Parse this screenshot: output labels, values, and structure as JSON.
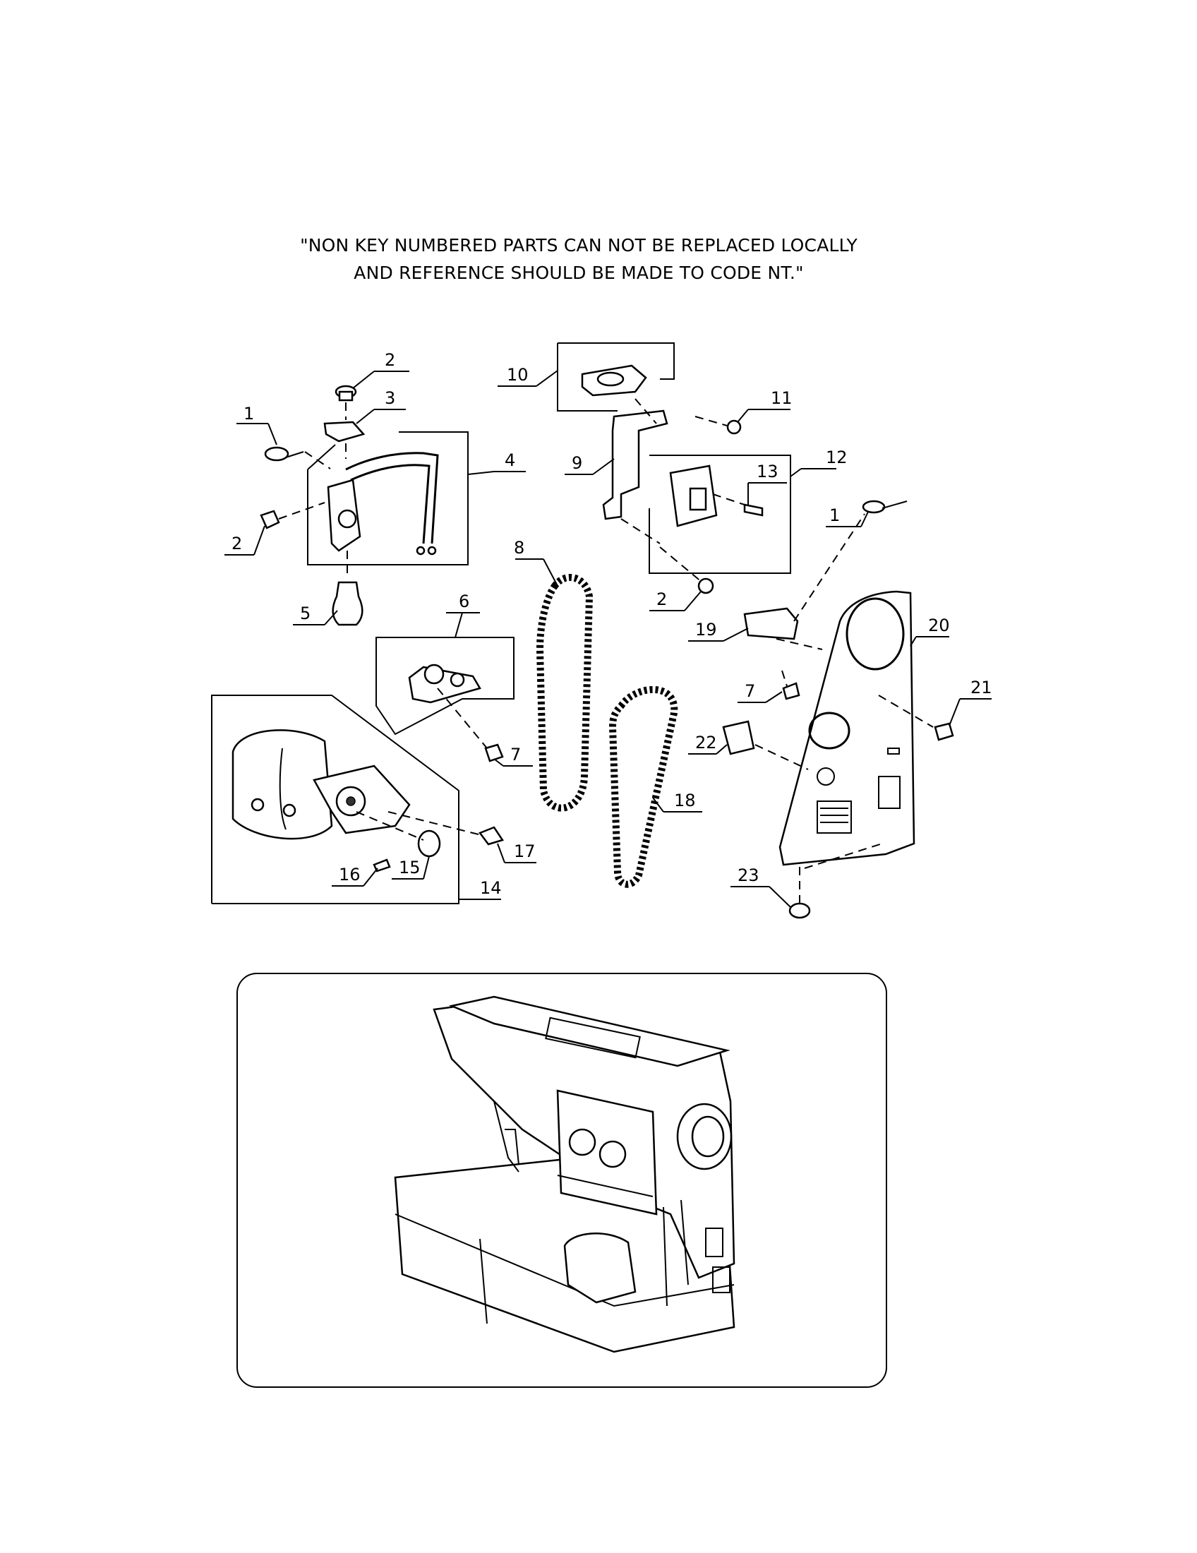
{
  "note": {
    "line1": "\"NON KEY NUMBERED PARTS CAN NOT BE REPLACED LOCALLY",
    "line2": "AND REFERENCE SHOULD BE MADE TO CODE NT.\""
  },
  "callouts": [
    {
      "id": "c1a",
      "text": "1"
    },
    {
      "id": "c2a",
      "text": "2"
    },
    {
      "id": "c3",
      "text": "3"
    },
    {
      "id": "c4",
      "text": "4"
    },
    {
      "id": "c2b",
      "text": "2"
    },
    {
      "id": "c5",
      "text": "5"
    },
    {
      "id": "c6",
      "text": "6"
    },
    {
      "id": "c7a",
      "text": "7"
    },
    {
      "id": "c8",
      "text": "8"
    },
    {
      "id": "c9",
      "text": "9"
    },
    {
      "id": "c10",
      "text": "10"
    },
    {
      "id": "c11",
      "text": "11"
    },
    {
      "id": "c12",
      "text": "12"
    },
    {
      "id": "c13",
      "text": "13"
    },
    {
      "id": "c2c",
      "text": "2"
    },
    {
      "id": "c1b",
      "text": "1"
    },
    {
      "id": "c19",
      "text": "19"
    },
    {
      "id": "c20",
      "text": "20"
    },
    {
      "id": "c7b",
      "text": "7"
    },
    {
      "id": "c21",
      "text": "21"
    },
    {
      "id": "c22",
      "text": "22"
    },
    {
      "id": "c18",
      "text": "18"
    },
    {
      "id": "c23",
      "text": "23"
    },
    {
      "id": "c17",
      "text": "17"
    },
    {
      "id": "c16",
      "text": "16"
    },
    {
      "id": "c15",
      "text": "15"
    },
    {
      "id": "c14",
      "text": "14"
    }
  ]
}
